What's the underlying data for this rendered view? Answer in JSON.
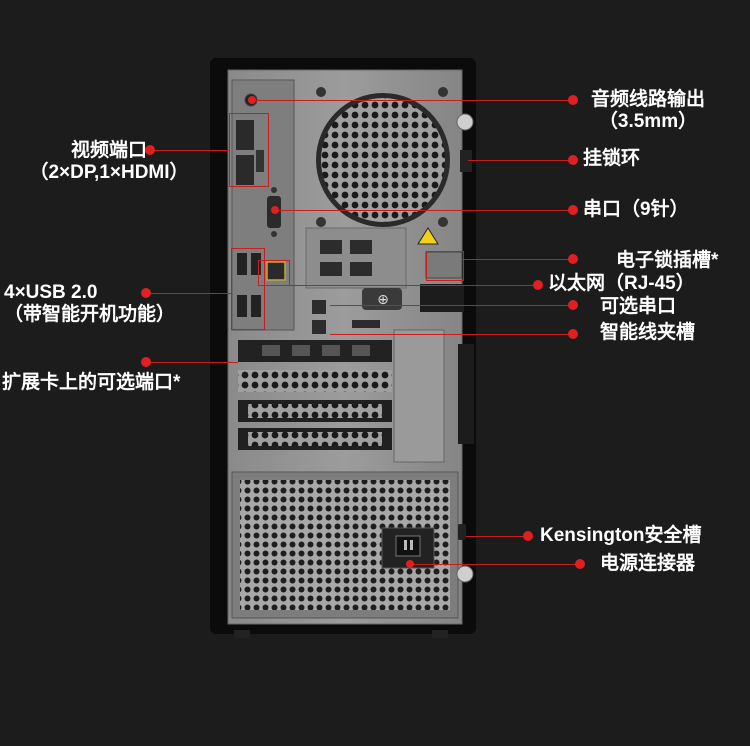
{
  "image": {
    "subject": "desktop-tower-rear-panel"
  },
  "colors": {
    "background": "#1c1c1c",
    "accent": "#e02020",
    "chassis": "#8f8f8f",
    "frame": "#0b0b0b"
  },
  "callouts": {
    "audio_out": {
      "line1": "音频线路输出",
      "line2": "（3.5mm）"
    },
    "padlock_loop": "挂锁环",
    "serial_port": "串口（9针）",
    "e_lock_slot": "电子锁插槽*",
    "ethernet": "以太网（RJ-45）",
    "optional_serial": "可选串口",
    "smart_cable_clip": "智能线夹槽",
    "kensington": "Kensington安全槽",
    "power_connector": "电源连接器",
    "video_ports": {
      "line1": "视频端口",
      "line2": "（2×DP,1×HDMI）"
    },
    "usb_ports": {
      "line1": "4×USB 2.0",
      "line2": "（带智能开机功能）"
    },
    "expansion_ports": "扩展卡上的可选端口*"
  }
}
